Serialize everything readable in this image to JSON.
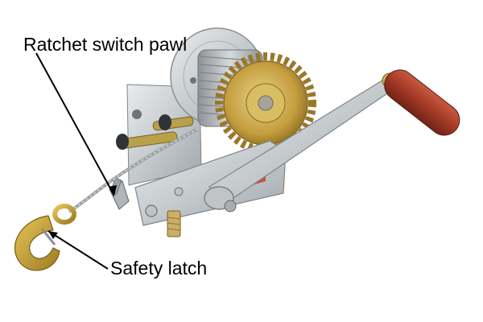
{
  "labels": {
    "ratchet_switch_pawl": "Ratchet switch pawl",
    "safety_latch": "Safety latch"
  },
  "colors": {
    "background": "#ffffff",
    "text": "#000000",
    "leader": "#000000",
    "handle": "#b5432e",
    "plate": "#cfd3d6",
    "gear": "#c9a94a",
    "hook": "#c8a23a",
    "cable": "#9aa0a4"
  },
  "icons": [
    "winch-illustration",
    "hook-icon",
    "gear-icon",
    "crank-handle-icon"
  ]
}
